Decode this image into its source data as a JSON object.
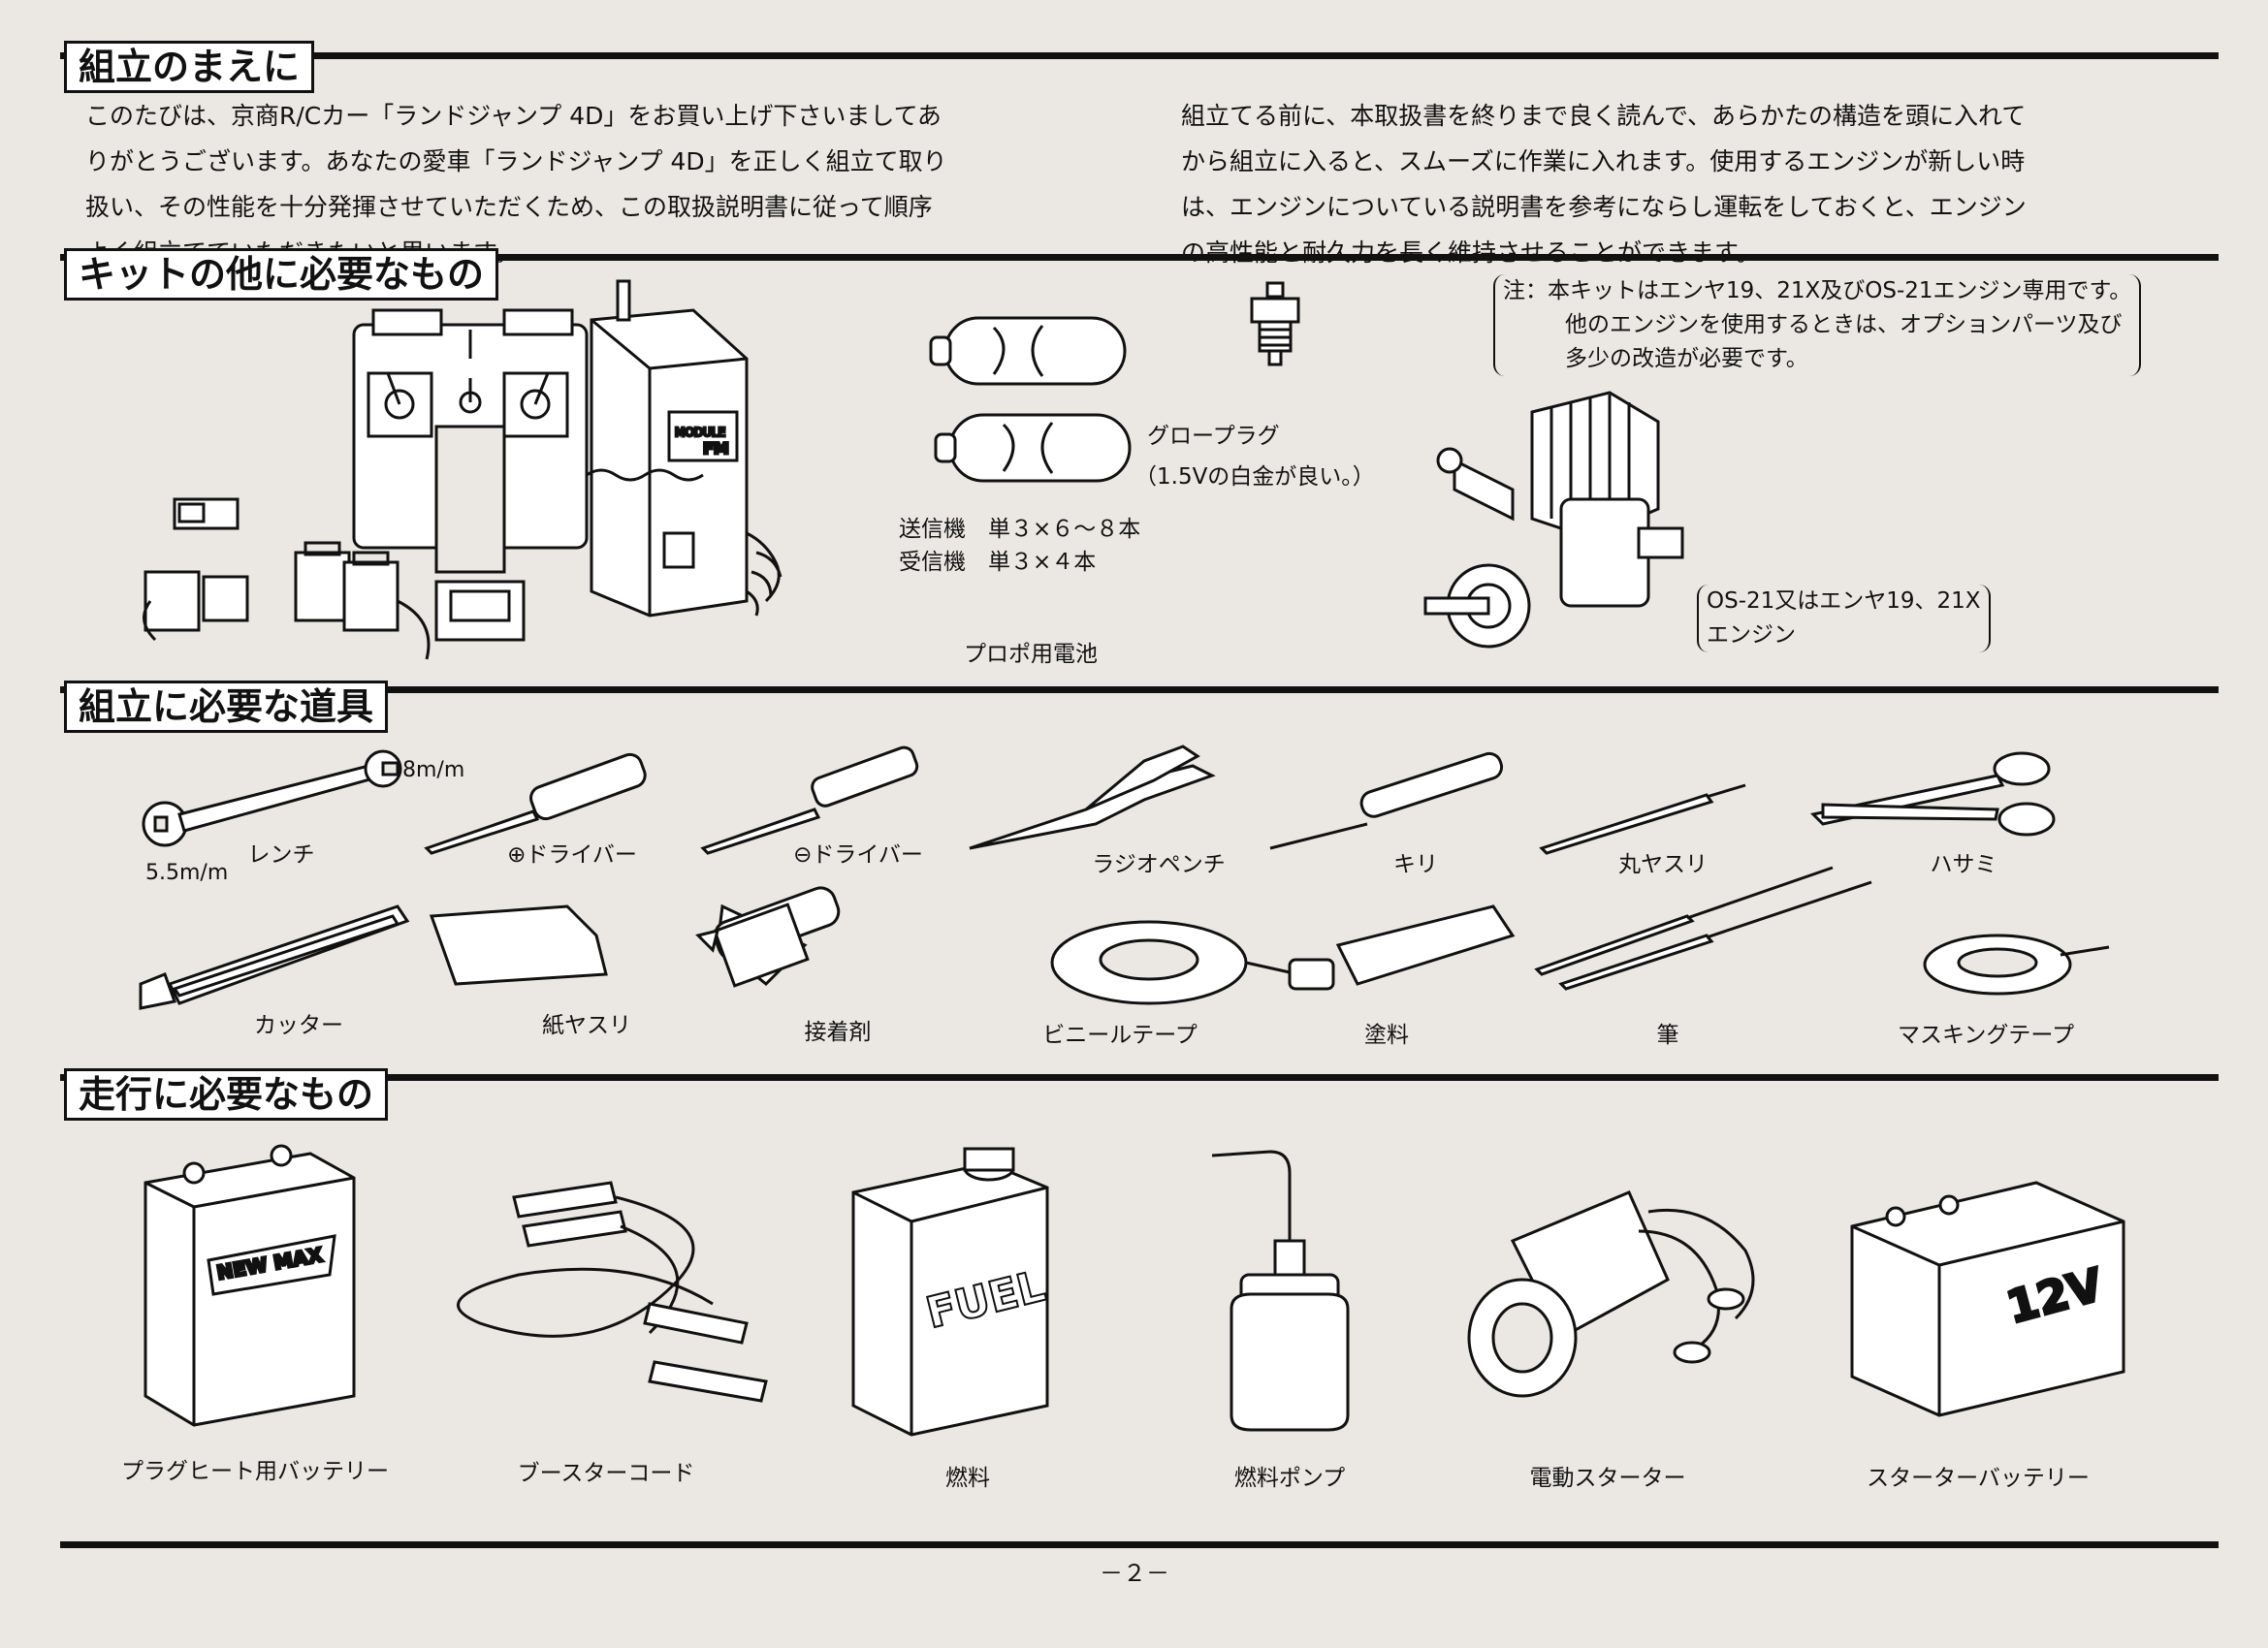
{
  "intro": {
    "heading": "組立のまえに",
    "left_lines": [
      "このたびは、京商R/Cカー「ランドジャンプ 4D」をお買い上げ下さいましてあ",
      "りがとうございます。あなたの愛車「ランドジャンプ 4D」を正しく組立て取り",
      "扱い、その性能を十分発揮させていただくため、この取扱説明書に従って順序",
      "よく組立てていただきたいと思います。"
    ],
    "right_lines": [
      "組立てる前に、本取扱書を終りまで良く読んで、あらかたの構造を頭に入れて",
      "から組立に入ると、スムーズに作業に入れます。使用するエンジンが新しい時",
      "は、エンジンについている説明書を参考にならし運転をしておくと、エンジン",
      "の高性能と耐久力を長く維持させることができます。"
    ]
  },
  "kit": {
    "heading": "キットの他に必要なもの",
    "note_lines": [
      "注：本キットはエンヤ19、21X及びOS-21エンジン専用です。",
      "他のエンジンを使用するときは、オプションパーツ及び",
      "多少の改造が必要です。"
    ],
    "glow_plug": "グロープラグ",
    "glow_plug_note": "（1.5Vの白金が良い。）",
    "transmitter_batt": "送信機　単３×６～８本",
    "receiver_batt": "受信機　単３×４本",
    "propo_battery": "プロポ用電池",
    "engine_line1": "OS-21又はエンヤ19、21X",
    "engine_line2": "エンジン",
    "radio_module": "MODULE",
    "radio_band": "FM"
  },
  "tools": {
    "heading": "組立に必要な道具",
    "wrench_size_large": "8m/m",
    "wrench_size_small": "5.5m/m",
    "row1": [
      "レンチ",
      "⊕ドライバー",
      "⊖ドライバー",
      "ラジオペンチ",
      "キリ",
      "丸ヤスリ",
      "ハサミ"
    ],
    "row2": [
      "カッター",
      "紙ヤスリ",
      "接着剤",
      "ビニールテープ",
      "塗料",
      "筆",
      "マスキングテープ"
    ]
  },
  "running": {
    "heading": "走行に必要なもの",
    "items": [
      "プラグヒート用バッテリー",
      "ブースターコード",
      "燃料",
      "燃料ポンプ",
      "電動スターター",
      "スターターバッテリー"
    ],
    "battery_brand": "NEW MAX",
    "fuel_can_text": "FUEL",
    "starter_battery_text": "12V"
  },
  "footer": {
    "page_number": "－２－"
  }
}
